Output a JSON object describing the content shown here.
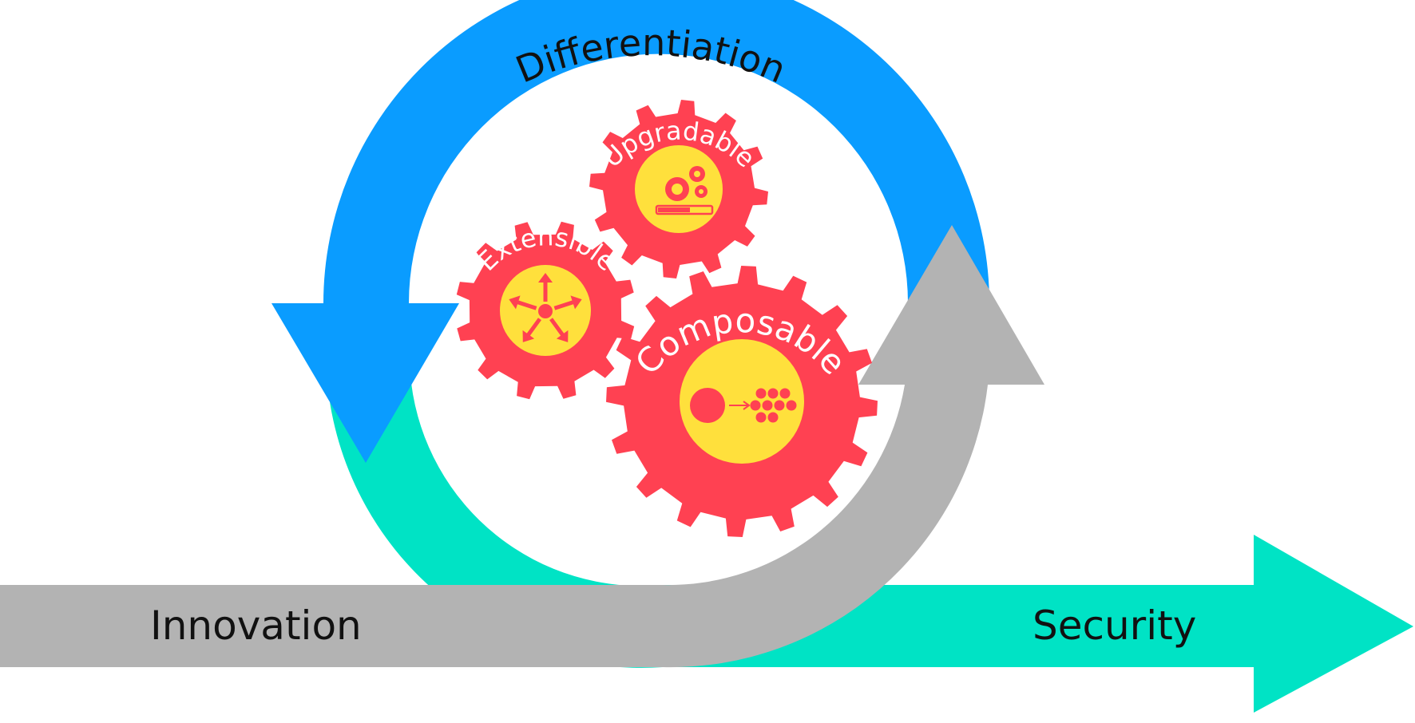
{
  "diagram": {
    "arc_label": "Differentiation",
    "left_label": "Innovation",
    "right_label": "Security",
    "gears": [
      {
        "label": "Upgradable",
        "icon": "gears-progress-icon"
      },
      {
        "label": "Extensible",
        "icon": "radiating-arrows-icon"
      },
      {
        "label": "Composable",
        "icon": "circle-to-dots-icon"
      }
    ],
    "colors": {
      "blue": "#0a9cff",
      "teal": "#00e3c5",
      "gray": "#b3b3b3",
      "gear": "#ff4152",
      "hub": "#ffe03c",
      "text": "#111111"
    }
  }
}
